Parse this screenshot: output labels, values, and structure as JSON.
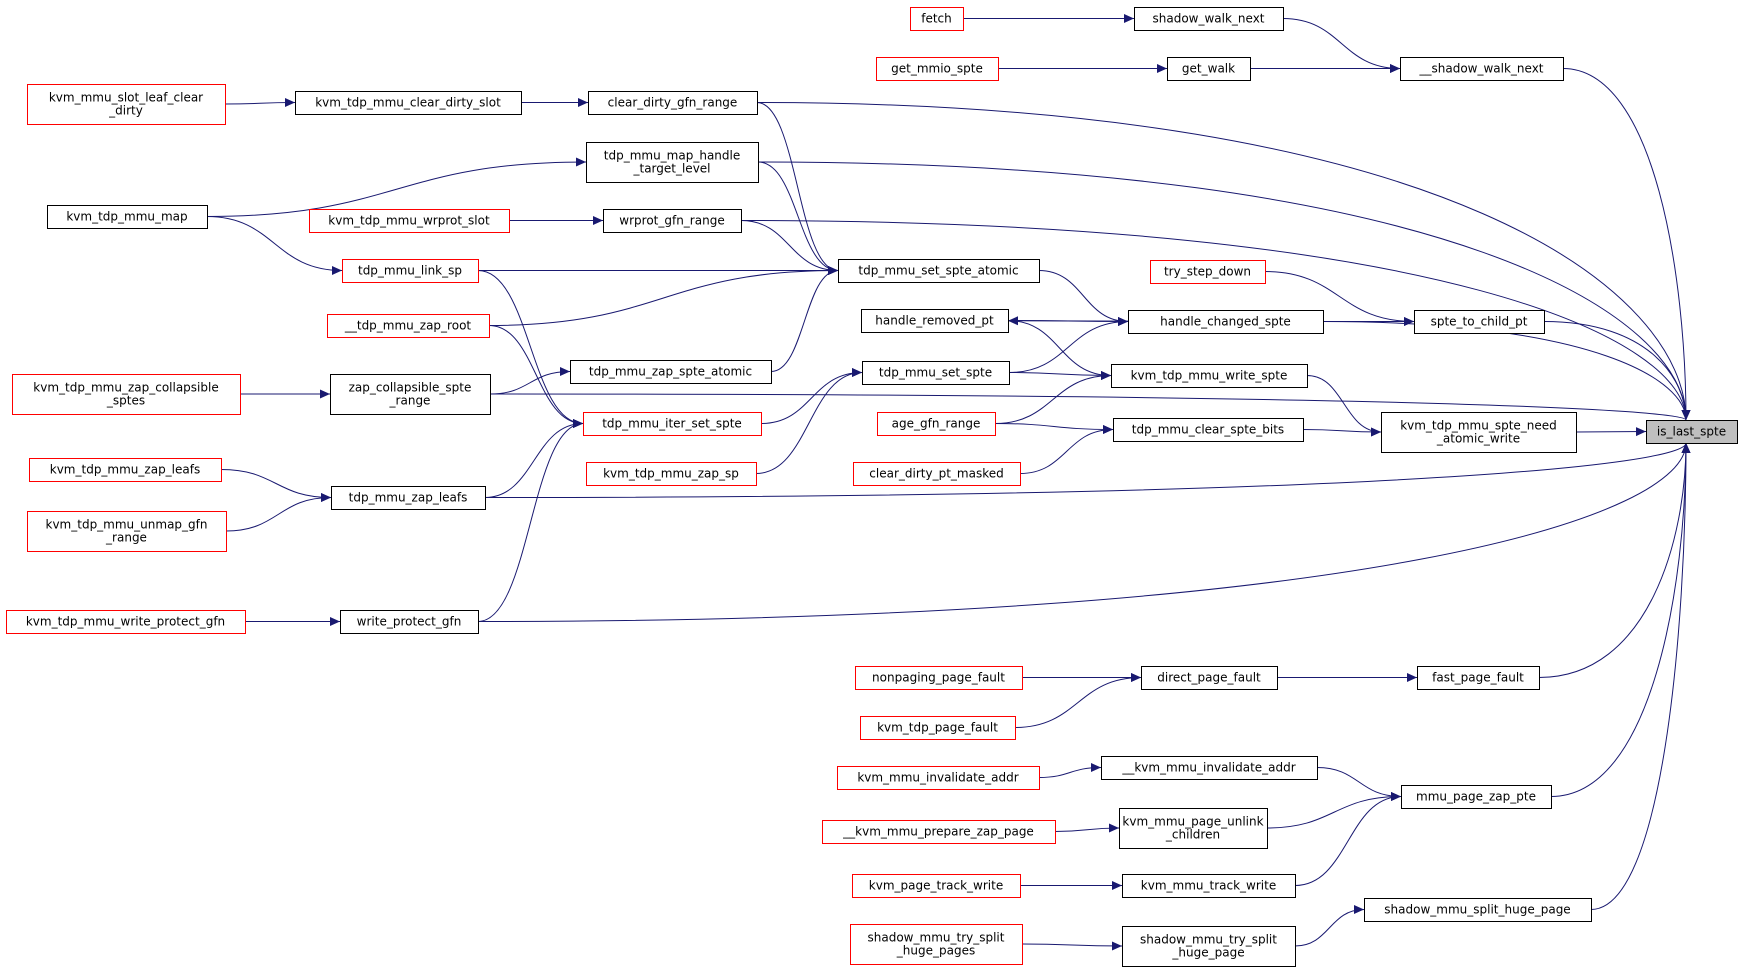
{
  "colors": {
    "edge": "#191970",
    "border_black": "#000000",
    "border_red": "#ff0000",
    "focus_fill": "#bfbfbf",
    "fill": "#ffffff"
  },
  "nodes": [
    {
      "id": "is_last_spte",
      "lines": [
        "is_last_spte"
      ],
      "border": "black",
      "focus": true
    },
    {
      "id": "shadow_walk_next_u",
      "lines": [
        "__shadow_walk_next"
      ],
      "border": "black"
    },
    {
      "id": "shadow_walk_next",
      "lines": [
        "shadow_walk_next"
      ],
      "border": "black"
    },
    {
      "id": "fetch",
      "lines": [
        "fetch"
      ],
      "border": "red"
    },
    {
      "id": "get_walk",
      "lines": [
        "get_walk"
      ],
      "border": "black"
    },
    {
      "id": "get_mmio_spte",
      "lines": [
        "get_mmio_spte"
      ],
      "border": "red"
    },
    {
      "id": "clear_dirty_gfn_range",
      "lines": [
        "clear_dirty_gfn_range"
      ],
      "border": "black"
    },
    {
      "id": "kvm_tdp_mmu_clear_dirty_slot",
      "lines": [
        "kvm_tdp_mmu_clear_dirty_slot"
      ],
      "border": "black"
    },
    {
      "id": "kvm_mmu_slot_leaf_clear_dirty",
      "lines": [
        "kvm_mmu_slot_leaf_clear",
        "_dirty"
      ],
      "border": "red"
    },
    {
      "id": "tdp_mmu_map_handle_target_level",
      "lines": [
        "tdp_mmu_map_handle",
        "_target_level"
      ],
      "border": "black"
    },
    {
      "id": "kvm_tdp_mmu_map",
      "lines": [
        "kvm_tdp_mmu_map"
      ],
      "border": "black"
    },
    {
      "id": "wrprot_gfn_range",
      "lines": [
        "wrprot_gfn_range"
      ],
      "border": "black"
    },
    {
      "id": "kvm_tdp_mmu_wrprot_slot",
      "lines": [
        "kvm_tdp_mmu_wrprot_slot"
      ],
      "border": "red"
    },
    {
      "id": "tdp_mmu_set_spte_atomic",
      "lines": [
        "tdp_mmu_set_spte_atomic"
      ],
      "border": "black"
    },
    {
      "id": "tdp_mmu_link_sp",
      "lines": [
        "tdp_mmu_link_sp"
      ],
      "border": "red"
    },
    {
      "id": "tdp_mmu_zap_root",
      "lines": [
        "__tdp_mmu_zap_root"
      ],
      "border": "red"
    },
    {
      "id": "try_step_down",
      "lines": [
        "try_step_down"
      ],
      "border": "red"
    },
    {
      "id": "spte_to_child_pt",
      "lines": [
        "spte_to_child_pt"
      ],
      "border": "black"
    },
    {
      "id": "handle_changed_spte",
      "lines": [
        "handle_changed_spte"
      ],
      "border": "black"
    },
    {
      "id": "handle_removed_pt",
      "lines": [
        "handle_removed_pt"
      ],
      "border": "black"
    },
    {
      "id": "tdp_mmu_zap_spte_atomic",
      "lines": [
        "tdp_mmu_zap_spte_atomic"
      ],
      "border": "black"
    },
    {
      "id": "zap_collapsible_spte_range",
      "lines": [
        "zap_collapsible_spte",
        "_range"
      ],
      "border": "black"
    },
    {
      "id": "kvm_tdp_mmu_zap_collapsible_sptes",
      "lines": [
        "kvm_tdp_mmu_zap_collapsible",
        "_sptes"
      ],
      "border": "red"
    },
    {
      "id": "tdp_mmu_set_spte",
      "lines": [
        "tdp_mmu_set_spte"
      ],
      "border": "black"
    },
    {
      "id": "kvm_tdp_mmu_write_spte",
      "lines": [
        "kvm_tdp_mmu_write_spte"
      ],
      "border": "black"
    },
    {
      "id": "tdp_mmu_iter_set_spte",
      "lines": [
        "tdp_mmu_iter_set_spte"
      ],
      "border": "red"
    },
    {
      "id": "kvm_tdp_mmu_spte_need_atomic_write",
      "lines": [
        "kvm_tdp_mmu_spte_need",
        "_atomic_write"
      ],
      "border": "black"
    },
    {
      "id": "age_gfn_range",
      "lines": [
        "age_gfn_range"
      ],
      "border": "red"
    },
    {
      "id": "tdp_mmu_clear_spte_bits",
      "lines": [
        "tdp_mmu_clear_spte_bits"
      ],
      "border": "black"
    },
    {
      "id": "clear_dirty_pt_masked",
      "lines": [
        "clear_dirty_pt_masked"
      ],
      "border": "red"
    },
    {
      "id": "kvm_tdp_mmu_zap_sp",
      "lines": [
        "kvm_tdp_mmu_zap_sp"
      ],
      "border": "red"
    },
    {
      "id": "kvm_tdp_mmu_zap_leafs",
      "lines": [
        "kvm_tdp_mmu_zap_leafs"
      ],
      "border": "red"
    },
    {
      "id": "tdp_mmu_zap_leafs",
      "lines": [
        "tdp_mmu_zap_leafs"
      ],
      "border": "black"
    },
    {
      "id": "kvm_tdp_mmu_unmap_gfn_range",
      "lines": [
        "kvm_tdp_mmu_unmap_gfn",
        "_range"
      ],
      "border": "red"
    },
    {
      "id": "kvm_tdp_mmu_write_protect_gfn",
      "lines": [
        "kvm_tdp_mmu_write_protect_gfn"
      ],
      "border": "red"
    },
    {
      "id": "write_protect_gfn",
      "lines": [
        "write_protect_gfn"
      ],
      "border": "black"
    },
    {
      "id": "nonpaging_page_fault",
      "lines": [
        "nonpaging_page_fault"
      ],
      "border": "red"
    },
    {
      "id": "direct_page_fault",
      "lines": [
        "direct_page_fault"
      ],
      "border": "black"
    },
    {
      "id": "fast_page_fault",
      "lines": [
        "fast_page_fault"
      ],
      "border": "black"
    },
    {
      "id": "kvm_tdp_page_fault",
      "lines": [
        "kvm_tdp_page_fault"
      ],
      "border": "red"
    },
    {
      "id": "kvm_mmu_invalidate_addr",
      "lines": [
        "kvm_mmu_invalidate_addr"
      ],
      "border": "red"
    },
    {
      "id": "kvm_mmu_invalidate_addr_u",
      "lines": [
        "__kvm_mmu_invalidate_addr"
      ],
      "border": "black"
    },
    {
      "id": "mmu_page_zap_pte",
      "lines": [
        "mmu_page_zap_pte"
      ],
      "border": "black"
    },
    {
      "id": "kvm_mmu_prepare_zap_page",
      "lines": [
        "__kvm_mmu_prepare_zap_page"
      ],
      "border": "red"
    },
    {
      "id": "kvm_mmu_page_unlink_children",
      "lines": [
        "kvm_mmu_page_unlink",
        "_children"
      ],
      "border": "black"
    },
    {
      "id": "kvm_page_track_write",
      "lines": [
        "kvm_page_track_write"
      ],
      "border": "red"
    },
    {
      "id": "kvm_mmu_track_write",
      "lines": [
        "kvm_mmu_track_write"
      ],
      "border": "black"
    },
    {
      "id": "shadow_mmu_split_huge_page",
      "lines": [
        "shadow_mmu_split_huge_page"
      ],
      "border": "black"
    },
    {
      "id": "shadow_mmu_try_split_huge_pages",
      "lines": [
        "shadow_mmu_try_split",
        "_huge_pages"
      ],
      "border": "red"
    },
    {
      "id": "shadow_mmu_try_split_huge_page",
      "lines": [
        "shadow_mmu_try_split",
        "_huge_page"
      ],
      "border": "black"
    }
  ],
  "edges": [
    [
      "fetch",
      "shadow_walk_next"
    ],
    [
      "shadow_walk_next",
      "shadow_walk_next_u"
    ],
    [
      "get_mmio_spte",
      "get_walk"
    ],
    [
      "get_walk",
      "shadow_walk_next_u"
    ],
    [
      "shadow_walk_next_u",
      "is_last_spte"
    ],
    [
      "kvm_mmu_slot_leaf_clear_dirty",
      "kvm_tdp_mmu_clear_dirty_slot"
    ],
    [
      "kvm_tdp_mmu_clear_dirty_slot",
      "clear_dirty_gfn_range"
    ],
    [
      "clear_dirty_gfn_range",
      "is_last_spte"
    ],
    [
      "clear_dirty_gfn_range",
      "tdp_mmu_set_spte_atomic"
    ],
    [
      "kvm_tdp_mmu_map",
      "tdp_mmu_map_handle_target_level"
    ],
    [
      "kvm_tdp_mmu_map",
      "tdp_mmu_link_sp"
    ],
    [
      "tdp_mmu_map_handle_target_level",
      "is_last_spte"
    ],
    [
      "tdp_mmu_map_handle_target_level",
      "tdp_mmu_set_spte_atomic"
    ],
    [
      "kvm_tdp_mmu_wrprot_slot",
      "wrprot_gfn_range"
    ],
    [
      "wrprot_gfn_range",
      "is_last_spte"
    ],
    [
      "wrprot_gfn_range",
      "tdp_mmu_set_spte_atomic"
    ],
    [
      "tdp_mmu_link_sp",
      "tdp_mmu_set_spte_atomic"
    ],
    [
      "tdp_mmu_link_sp",
      "tdp_mmu_iter_set_spte"
    ],
    [
      "tdp_mmu_zap_root",
      "tdp_mmu_set_spte_atomic"
    ],
    [
      "tdp_mmu_zap_root",
      "tdp_mmu_iter_set_spte"
    ],
    [
      "tdp_mmu_set_spte_atomic",
      "handle_changed_spte"
    ],
    [
      "tdp_mmu_zap_spte_atomic",
      "tdp_mmu_set_spte_atomic"
    ],
    [
      "try_step_down",
      "spte_to_child_pt"
    ],
    [
      "handle_changed_spte",
      "spte_to_child_pt"
    ],
    [
      "spte_to_child_pt",
      "is_last_spte"
    ],
    [
      "handle_changed_spte",
      "handle_removed_pt"
    ],
    [
      "handle_removed_pt",
      "handle_changed_spte"
    ],
    [
      "handle_changed_spte",
      "is_last_spte"
    ],
    [
      "handle_removed_pt",
      "kvm_tdp_mmu_write_spte"
    ],
    [
      "tdp_mmu_set_spte",
      "handle_changed_spte"
    ],
    [
      "tdp_mmu_set_spte",
      "kvm_tdp_mmu_write_spte"
    ],
    [
      "kvm_tdp_mmu_write_spte",
      "kvm_tdp_mmu_spte_need_atomic_write"
    ],
    [
      "kvm_tdp_mmu_zap_collapsible_sptes",
      "zap_collapsible_spte_range"
    ],
    [
      "zap_collapsible_spte_range",
      "tdp_mmu_zap_spte_atomic"
    ],
    [
      "zap_collapsible_spte_range",
      "is_last_spte"
    ],
    [
      "tdp_mmu_iter_set_spte",
      "tdp_mmu_set_spte"
    ],
    [
      "kvm_tdp_mmu_zap_sp",
      "tdp_mmu_set_spte"
    ],
    [
      "age_gfn_range",
      "kvm_tdp_mmu_write_spte"
    ],
    [
      "age_gfn_range",
      "tdp_mmu_clear_spte_bits"
    ],
    [
      "clear_dirty_pt_masked",
      "tdp_mmu_clear_spte_bits"
    ],
    [
      "tdp_mmu_clear_spte_bits",
      "kvm_tdp_mmu_spte_need_atomic_write"
    ],
    [
      "kvm_tdp_mmu_spte_need_atomic_write",
      "is_last_spte"
    ],
    [
      "kvm_tdp_mmu_zap_leafs",
      "tdp_mmu_zap_leafs"
    ],
    [
      "kvm_tdp_mmu_unmap_gfn_range",
      "tdp_mmu_zap_leafs"
    ],
    [
      "tdp_mmu_zap_leafs",
      "tdp_mmu_iter_set_spte"
    ],
    [
      "tdp_mmu_zap_leafs",
      "is_last_spte"
    ],
    [
      "kvm_tdp_mmu_write_protect_gfn",
      "write_protect_gfn"
    ],
    [
      "write_protect_gfn",
      "tdp_mmu_iter_set_spte"
    ],
    [
      "write_protect_gfn",
      "is_last_spte"
    ],
    [
      "nonpaging_page_fault",
      "direct_page_fault"
    ],
    [
      "kvm_tdp_page_fault",
      "direct_page_fault"
    ],
    [
      "direct_page_fault",
      "fast_page_fault"
    ],
    [
      "fast_page_fault",
      "is_last_spte"
    ],
    [
      "kvm_mmu_invalidate_addr",
      "kvm_mmu_invalidate_addr_u"
    ],
    [
      "kvm_mmu_invalidate_addr_u",
      "mmu_page_zap_pte"
    ],
    [
      "kvm_mmu_prepare_zap_page",
      "kvm_mmu_page_unlink_children"
    ],
    [
      "kvm_mmu_page_unlink_children",
      "mmu_page_zap_pte"
    ],
    [
      "kvm_page_track_write",
      "kvm_mmu_track_write"
    ],
    [
      "kvm_mmu_track_write",
      "mmu_page_zap_pte"
    ],
    [
      "mmu_page_zap_pte",
      "is_last_spte"
    ],
    [
      "shadow_mmu_try_split_huge_pages",
      "shadow_mmu_try_split_huge_page"
    ],
    [
      "shadow_mmu_try_split_huge_page",
      "shadow_mmu_split_huge_page"
    ],
    [
      "shadow_mmu_split_huge_page",
      "is_last_spte"
    ]
  ]
}
